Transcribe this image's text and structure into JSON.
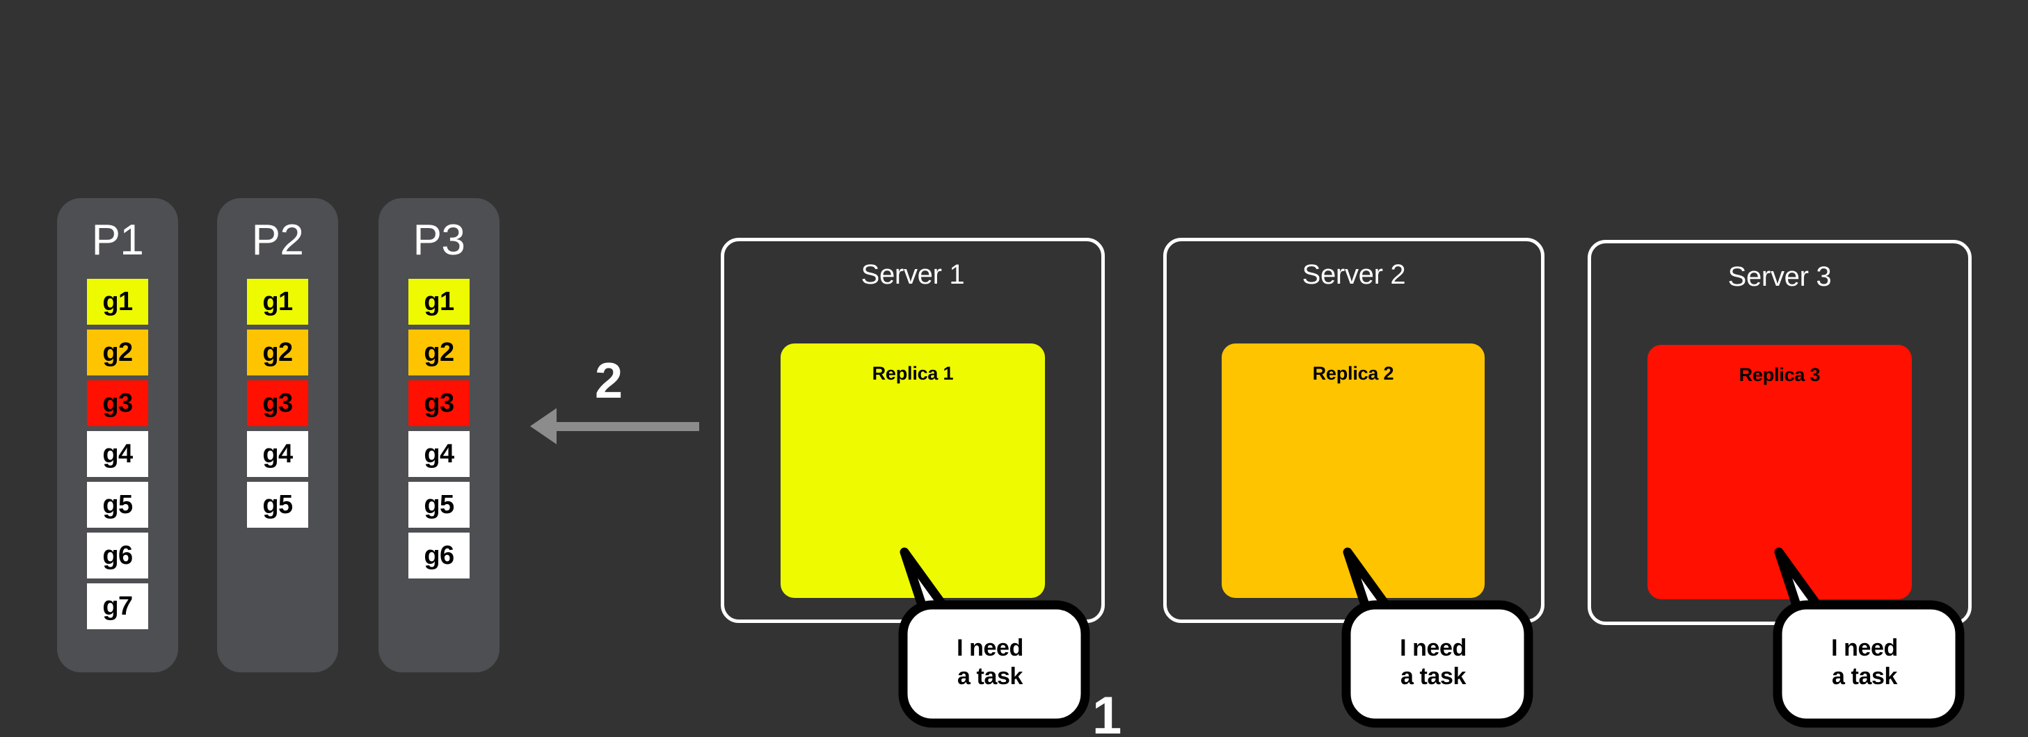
{
  "background_color": "#333333",
  "diagram": {
    "title_hidden": true,
    "partitions": [
      {
        "name": "P1",
        "cells": [
          {
            "label": "g1",
            "color": "#EEFA00"
          },
          {
            "label": "g2",
            "color": "#FFC400"
          },
          {
            "label": "g3",
            "color": "#FF1000"
          },
          {
            "label": "g4",
            "color": "#FFFFFF"
          },
          {
            "label": "g5",
            "color": "#FFFFFF"
          },
          {
            "label": "g6",
            "color": "#FFFFFF"
          },
          {
            "label": "g7",
            "color": "#FFFFFF"
          }
        ]
      },
      {
        "name": "P2",
        "cells": [
          {
            "label": "g1",
            "color": "#EEFA00"
          },
          {
            "label": "g2",
            "color": "#FFC400"
          },
          {
            "label": "g3",
            "color": "#FF1000"
          },
          {
            "label": "g4",
            "color": "#FFFFFF"
          },
          {
            "label": "g5",
            "color": "#FFFFFF"
          }
        ]
      },
      {
        "name": "P3",
        "cells": [
          {
            "label": "g1",
            "color": "#EEFA00"
          },
          {
            "label": "g2",
            "color": "#FFC400"
          },
          {
            "label": "g3",
            "color": "#FF1000"
          },
          {
            "label": "g4",
            "color": "#FFFFFF"
          },
          {
            "label": "g5",
            "color": "#FFFFFF"
          },
          {
            "label": "g6",
            "color": "#FFFFFF"
          }
        ]
      }
    ],
    "steps": {
      "step_one": "1",
      "step_two": "2"
    },
    "arrow": {
      "direction": "left",
      "color": "#8C8C8C"
    },
    "servers": [
      {
        "name": "Server 1",
        "replica_label": "Replica 1",
        "replica_color": "#EEFA00",
        "bubble": {
          "line1": "I need",
          "line2": "a task"
        }
      },
      {
        "name": "Server 2",
        "replica_label": "Replica 2",
        "replica_color": "#FFC400",
        "bubble": {
          "line1": "I need",
          "line2": "a task"
        }
      },
      {
        "name": "Server 3",
        "replica_label": "Replica 3",
        "replica_color": "#FF1000",
        "bubble": {
          "line1": "I need",
          "line2": "a task"
        }
      }
    ]
  }
}
